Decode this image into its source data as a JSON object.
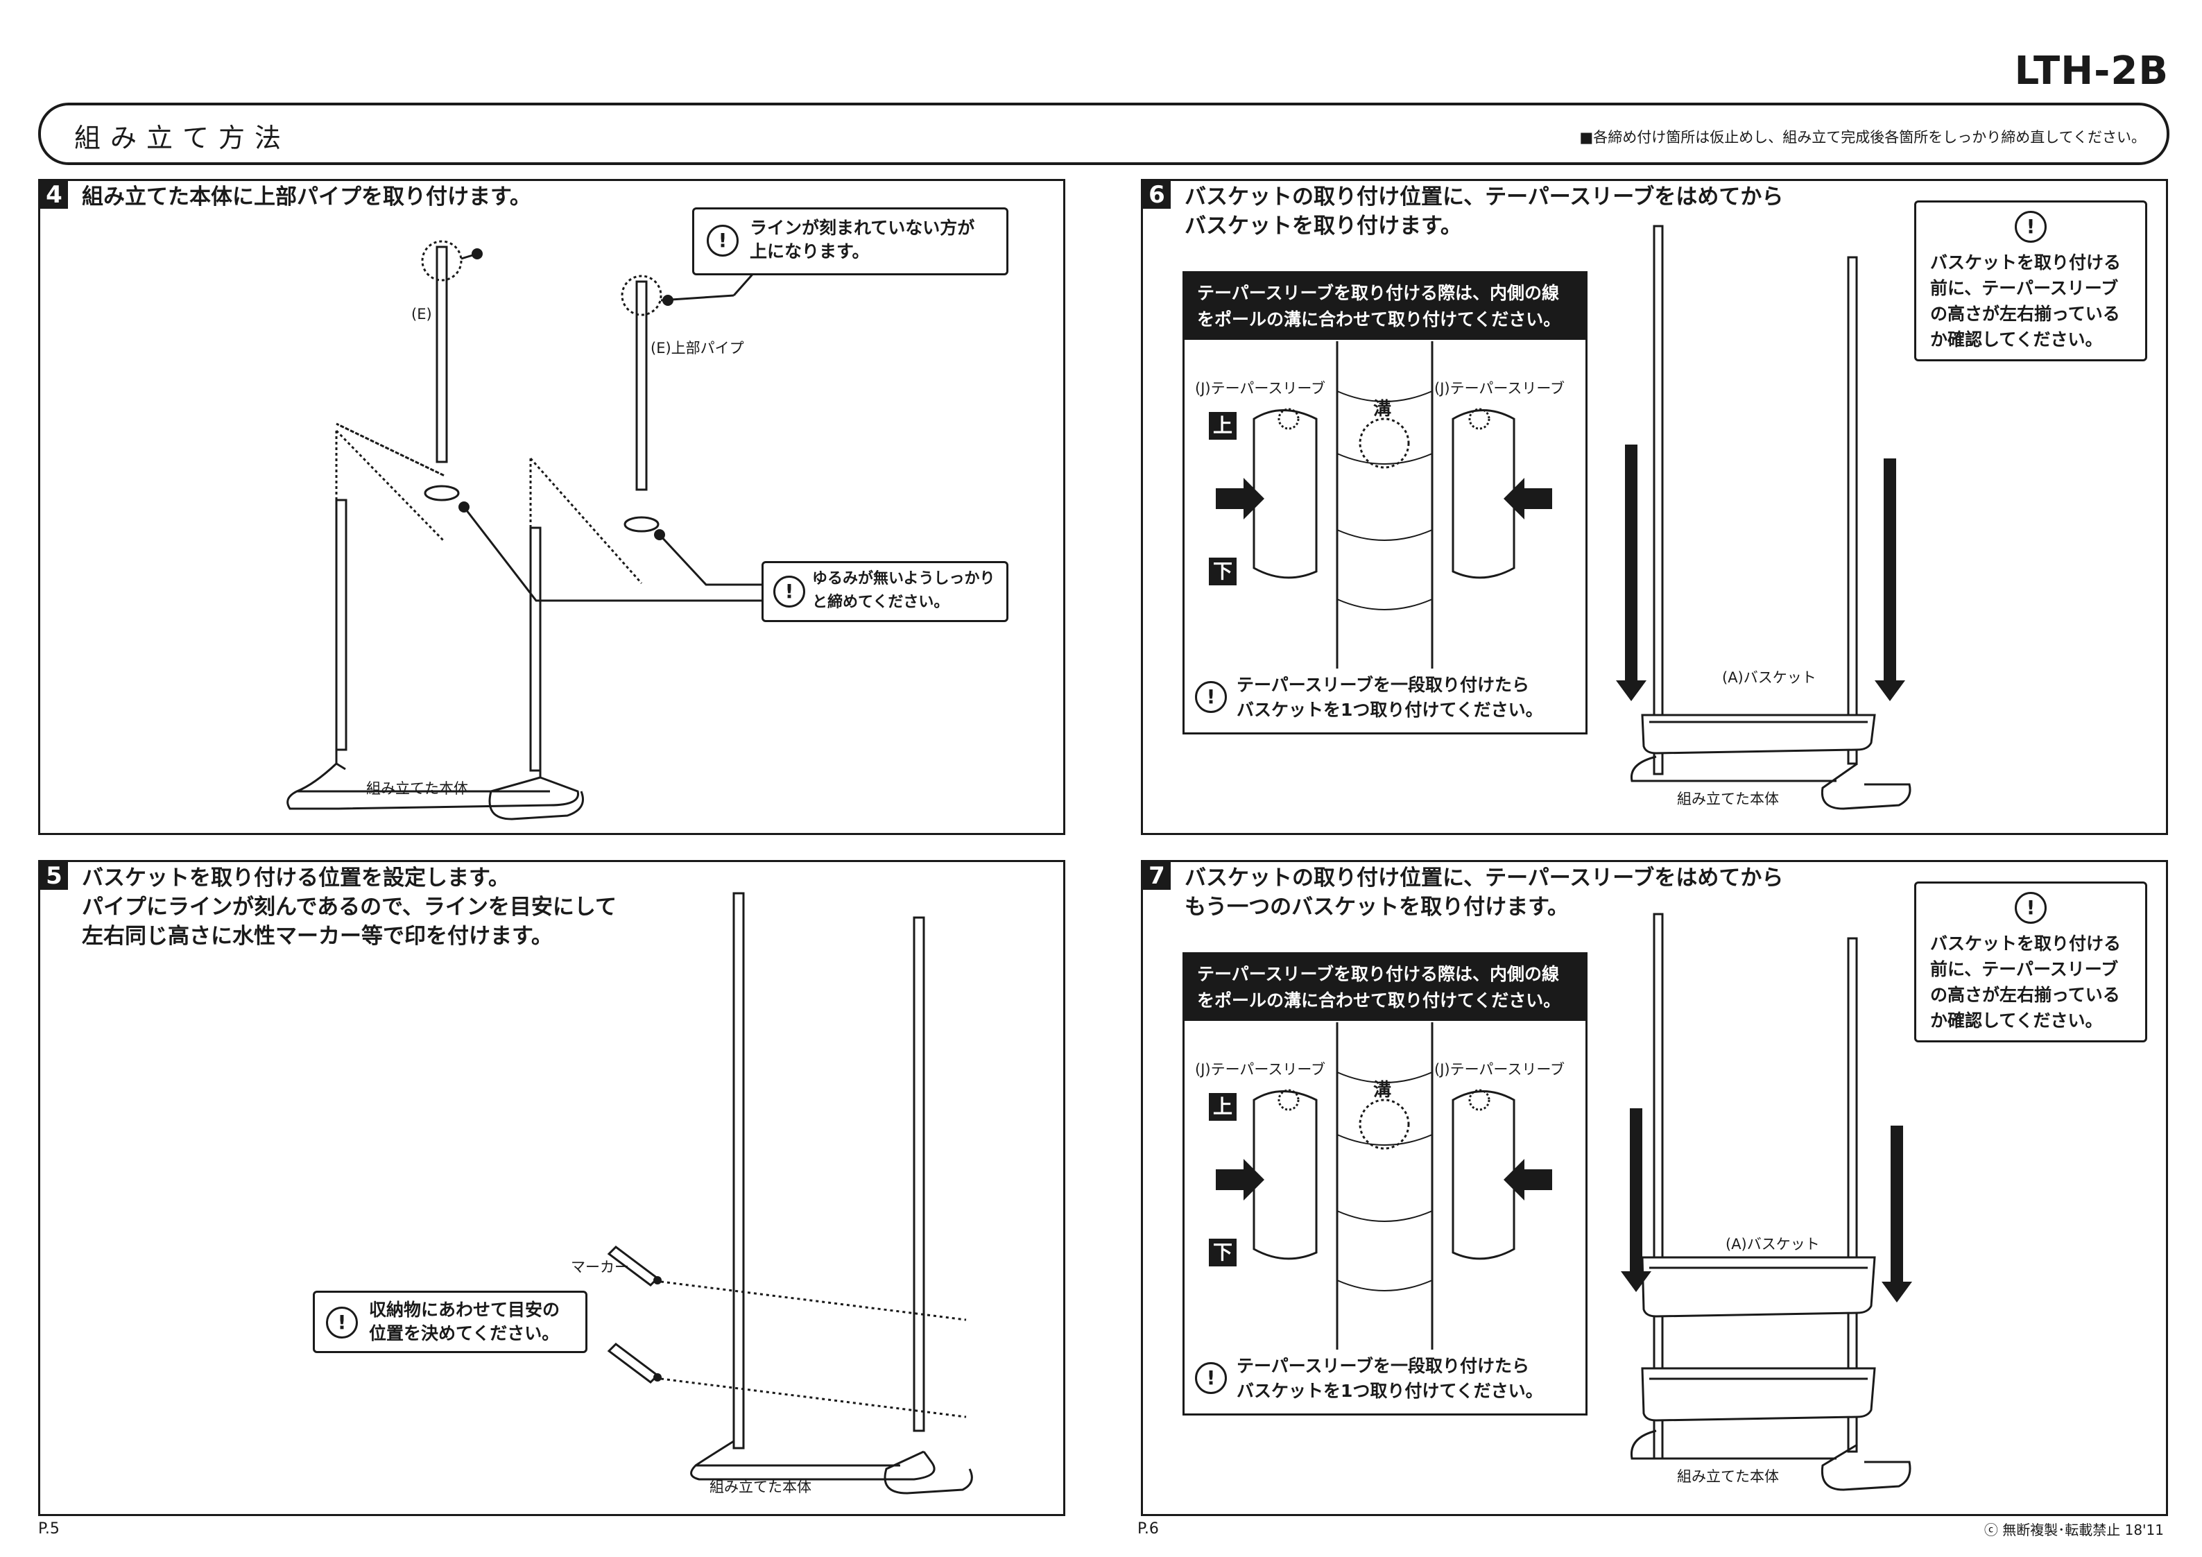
{
  "model": "LTH-2B",
  "header": {
    "title": "組み立て方法",
    "note": "■各締め付け箇所は仮止めし、組み立て完成後各箇所をしっかり締め直してください。"
  },
  "steps": {
    "s4": {
      "num": "4",
      "text": "組み立てた本体に上部パイプを取り付けます。",
      "callout_line": "ラインが刻まれていない方が\n上になります。",
      "callout_tighten": "ゆるみが無いようしっかり\nと締めてください。",
      "label_e": "(E)",
      "label_e_pipe": "(E)上部パイプ",
      "label_body": "組み立てた本体"
    },
    "s5": {
      "num": "5",
      "text": "バスケットを取り付ける位置を設定します。\nパイプにラインが刻んであるので、ラインを目安にして\n左右同じ高さに水性マーカー等で印を付けます。",
      "label_marker": "マーカー",
      "callout": "収納物にあわせて目安の\n位置を決めてください。",
      "label_body": "組み立てた本体"
    },
    "s6": {
      "num": "6",
      "text": "バスケットの取り付け位置に、テーパースリーブをはめてから\nバスケットを取り付けます。",
      "dark_note": "テーパースリーブを取り付ける際は、内側の線\nをポールの溝に合わせて取り付けてください。",
      "label_sleeve_left": "(J)テーパースリーブ",
      "label_sleeve_right": "(J)テーパースリーブ",
      "label_groove": "溝",
      "label_up": "上",
      "label_down": "下",
      "bottom_note": "テーパースリーブを一段取り付けたら\nバスケットを1つ取り付けてください。",
      "side_note": "バスケットを取り付ける\n前に、テーパースリーブ\nの高さが左右揃っている\nか確認してください。",
      "label_basket": "(A)バスケット",
      "label_body": "組み立てた本体"
    },
    "s7": {
      "num": "7",
      "text": "バスケットの取り付け位置に、テーパースリーブをはめてから\nもう一つのバスケットを取り付けます。",
      "dark_note": "テーパースリーブを取り付ける際は、内側の線\nをポールの溝に合わせて取り付けてください。",
      "label_sleeve_left": "(J)テーパースリーブ",
      "label_sleeve_right": "(J)テーパースリーブ",
      "label_groove": "溝",
      "label_up": "上",
      "label_down": "下",
      "bottom_note": "テーパースリーブを一段取り付けたら\nバスケットを1つ取り付けてください。",
      "side_note": "バスケットを取り付ける\n前に、テーパースリーブ\nの高さが左右揃っている\nか確認してください。",
      "label_basket": "(A)バスケット",
      "label_body": "組み立てた本体"
    }
  },
  "footer": {
    "page_left": "P.5",
    "page_right": "P.6",
    "copyright": "無断複製･転載禁止  18'11"
  }
}
